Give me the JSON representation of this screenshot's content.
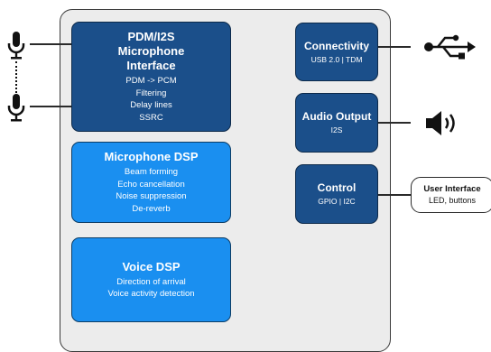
{
  "blocks": {
    "pdm": {
      "title_lines": [
        "PDM/I2S",
        "Microphone",
        "Interface"
      ],
      "items": [
        "PDM -> PCM",
        "Filtering",
        "Delay lines",
        "SSRC"
      ]
    },
    "mic_dsp": {
      "title": "Microphone DSP",
      "items": [
        "Beam forming",
        "Echo cancellation",
        "Noise suppression",
        "De-reverb"
      ]
    },
    "voice_dsp": {
      "title": "Voice DSP",
      "items": [
        "Direction of arrival",
        "Voice activity detection"
      ]
    },
    "connectivity": {
      "title": "Connectivity",
      "sub": "USB 2.0 | TDM"
    },
    "audio_output": {
      "title": "Audio Output",
      "sub": "I2S"
    },
    "control": {
      "title": "Control",
      "sub": "GPIO | I2C"
    }
  },
  "user_interface": {
    "title": "User Interface",
    "sub": "LED, buttons"
  },
  "icons": {
    "mic": "microphone-icon",
    "usb": "usb-icon",
    "speaker": "speaker-icon"
  },
  "colors": {
    "dark_block": "#1b4f8a",
    "light_block": "#1a8ff0",
    "chip_bg": "#ececec"
  }
}
